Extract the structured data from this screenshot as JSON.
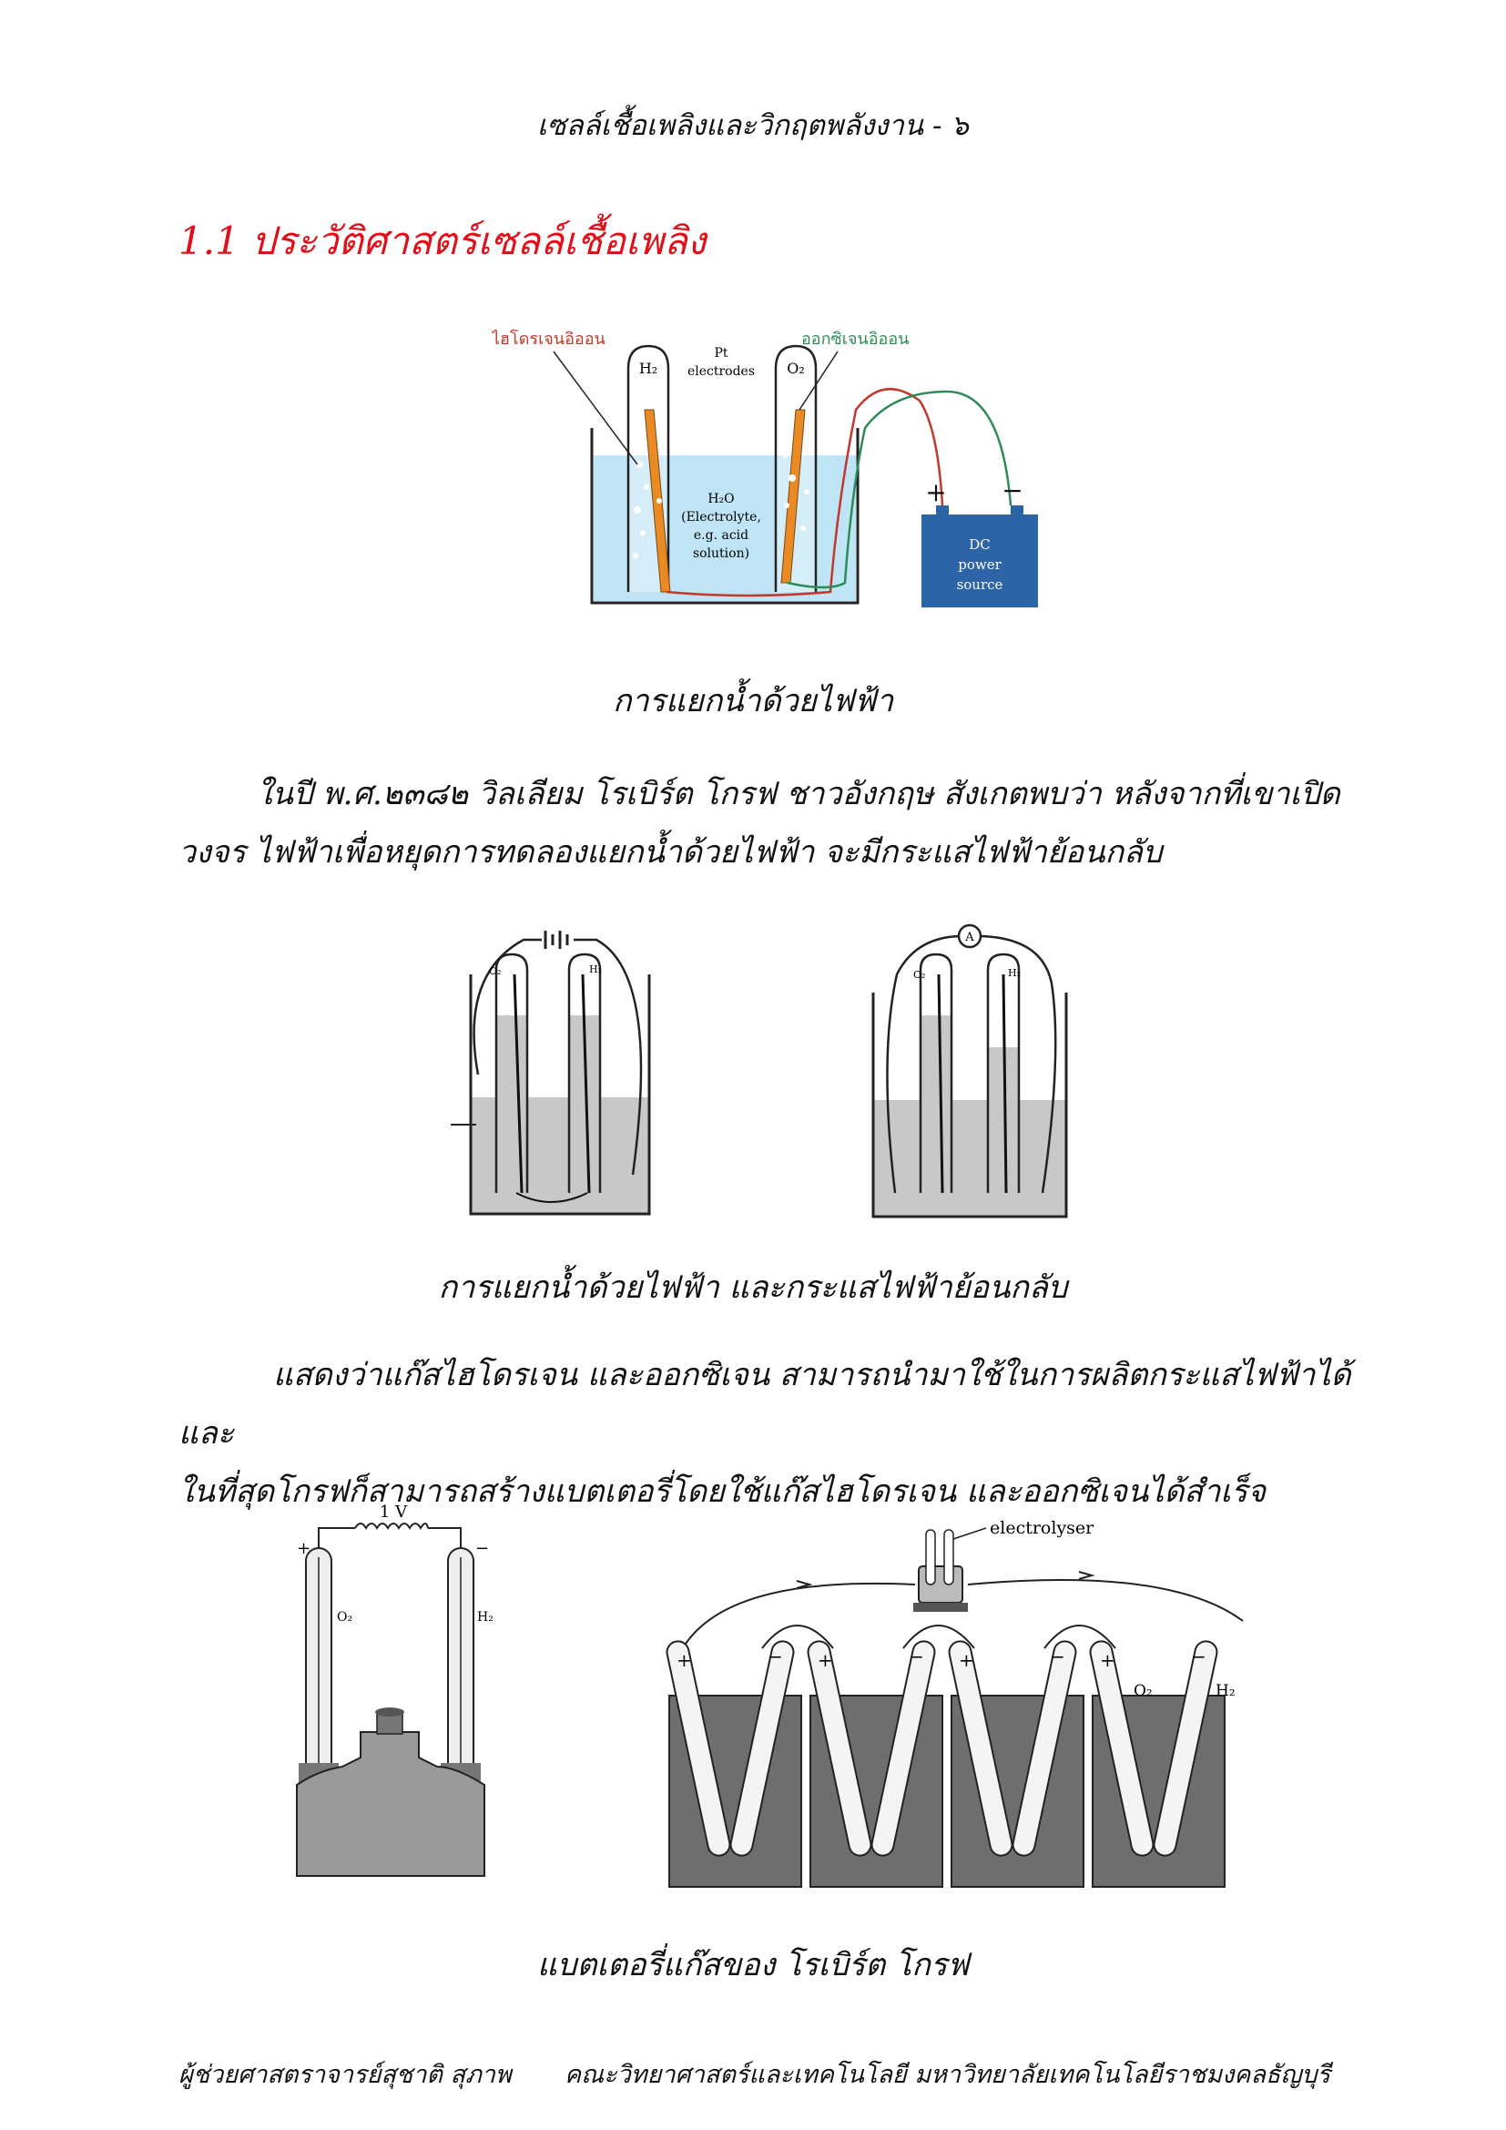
{
  "header": {
    "running_title": "เซลล์เชื้อเพลิงและวิกฤตพลังงาน   - ๖"
  },
  "section": {
    "title": "1.1 ประวัติศาสตร์เซลล์เชื้อเพลิง"
  },
  "figure1": {
    "label_hydrogen_ion": "ไฮโดรเจนอิออน",
    "label_oxygen_ion": "ออกซิเจนอิออน",
    "tube_left": "H₂",
    "tube_right": "O₂",
    "electrodes_line1": "Pt",
    "electrodes_line2": "electrodes",
    "electrolyte_line1": "H₂O",
    "electrolyte_line2": "(Electrolyte,",
    "electrolyte_line3": "e.g. acid",
    "electrolyte_line4": "solution)",
    "plus": "+",
    "minus": "−",
    "power_line1": "DC",
    "power_line2": "power",
    "power_line3": "source",
    "caption": "การแยกน้ำด้วยไฟฟ้า"
  },
  "paragraph1": {
    "line1": "ในปี พ.ศ.๒๓๘๒ วิลเลียม โรเบิร์ต โกรฟ ชาวอังกฤษ สังเกตพบว่า  หลังจากที่เขาเปิด",
    "line2": "วงจร ไฟฟ้าเพื่อหยุดการทดลองแยกน้ำด้วยไฟฟ้า  จะมีกระแสไฟฟ้าย้อนกลับ"
  },
  "figure2": {
    "left_o2": "O₂",
    "left_h2": "H₂",
    "right_o2": "O₂",
    "right_h2": "H₂",
    "ammeter": "A",
    "caption": "การแยกน้ำด้วยไฟฟ้า และกระแสไฟฟ้าย้อนกลับ"
  },
  "paragraph2": {
    "line1": "แสดงว่าแก๊สไฮโดรเจน และออกซิเจน สามารถนำมาใช้ในการผลิตกระแสไฟฟ้าได้ และ",
    "line2": "ในที่สุดโกรฟก็สามารถสร้างแบตเตอรี่โดยใช้แก๊สไฮโดรเจน และออกซิเจนได้สำเร็จ"
  },
  "figure3": {
    "voltage": "1 V",
    "plus": "+",
    "minus": "−",
    "o2": "O₂",
    "h2": "H₂",
    "electrolyser": "electrolyser",
    "o2_right": "O₂",
    "h2_right": "H₂",
    "caption": "แบตเตอรี่แก๊สของ โรเบิร์ต โกรฟ"
  },
  "footer": {
    "author": "ผู้ช่วยศาสตราจารย์สุชาติ สุภาพ",
    "affiliation": "คณะวิทยาศาสตร์และเทคโนโลยี มหาวิทยาลัยเทคโนโลยีราชมงคลธัญบุรี"
  },
  "colors": {
    "heading_red": "#e0101a",
    "water_blue": "#bfe4f5",
    "electrode_orange": "#e98a25",
    "power_box_blue": "#2d64a7",
    "wire_red": "#c0392b",
    "wire_green": "#2e8b57"
  }
}
